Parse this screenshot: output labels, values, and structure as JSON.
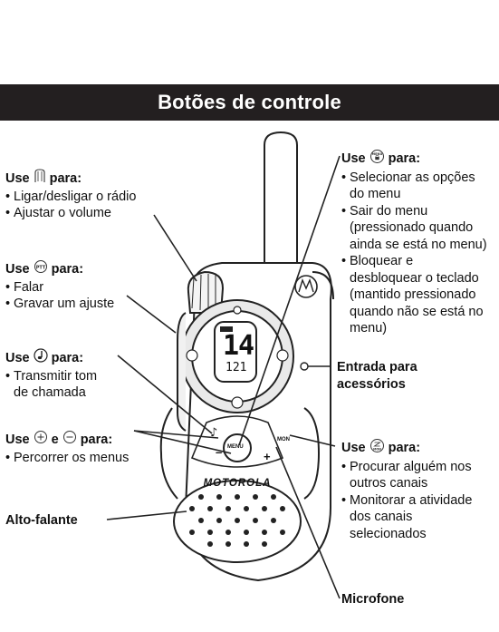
{
  "title": "Botões de controle",
  "left": {
    "power": {
      "use": "Use",
      "para": "para:",
      "items": [
        "Ligar/desligar o rádio",
        "Ajustar o volume"
      ],
      "icon": "power-knob-icon"
    },
    "ptt": {
      "use": "Use",
      "para": "para:",
      "items": [
        "Falar",
        "Gravar um ajuste"
      ],
      "icon": "ptt-button-icon"
    },
    "call": {
      "use": "Use",
      "para": "para:",
      "items": [
        "Transmitir tom",
        "de chamada"
      ],
      "icon": "call-tone-icon"
    },
    "plusminus": {
      "use": "Use",
      "e": "e",
      "para": "para:",
      "items": [
        "Percorrer os menus"
      ],
      "icons": [
        "plus-button-icon",
        "minus-button-icon"
      ]
    },
    "speaker": "Alto-falante"
  },
  "right": {
    "menu": {
      "use": "Use",
      "para": "para:",
      "items": [
        [
          "Selecionar as opções",
          "do menu"
        ],
        [
          "Sair do menu",
          "(pressionado quando",
          "ainda se está no menu)"
        ],
        [
          "Bloquear e",
          "desbloquear o teclado",
          "(mantido pressionado",
          "quando não se está no",
          "menu)"
        ]
      ],
      "icon": "menu-lock-button-icon"
    },
    "accessory": [
      "Entrada para",
      "acessórios"
    ],
    "mon": {
      "use": "Use",
      "para": "para:",
      "items": [
        [
          "Procurar alguém nos",
          "outros canais"
        ],
        [
          "Monitorar a atividade",
          "dos canais",
          "selecionados"
        ]
      ],
      "icon": "monitor-button-icon"
    },
    "mic": "Microfone"
  },
  "device": {
    "brand": "MOTOROLA",
    "channel": "14",
    "code": "121",
    "menu_label": "MENU",
    "mon_label": "MON",
    "plus": "+",
    "minus": "–"
  }
}
